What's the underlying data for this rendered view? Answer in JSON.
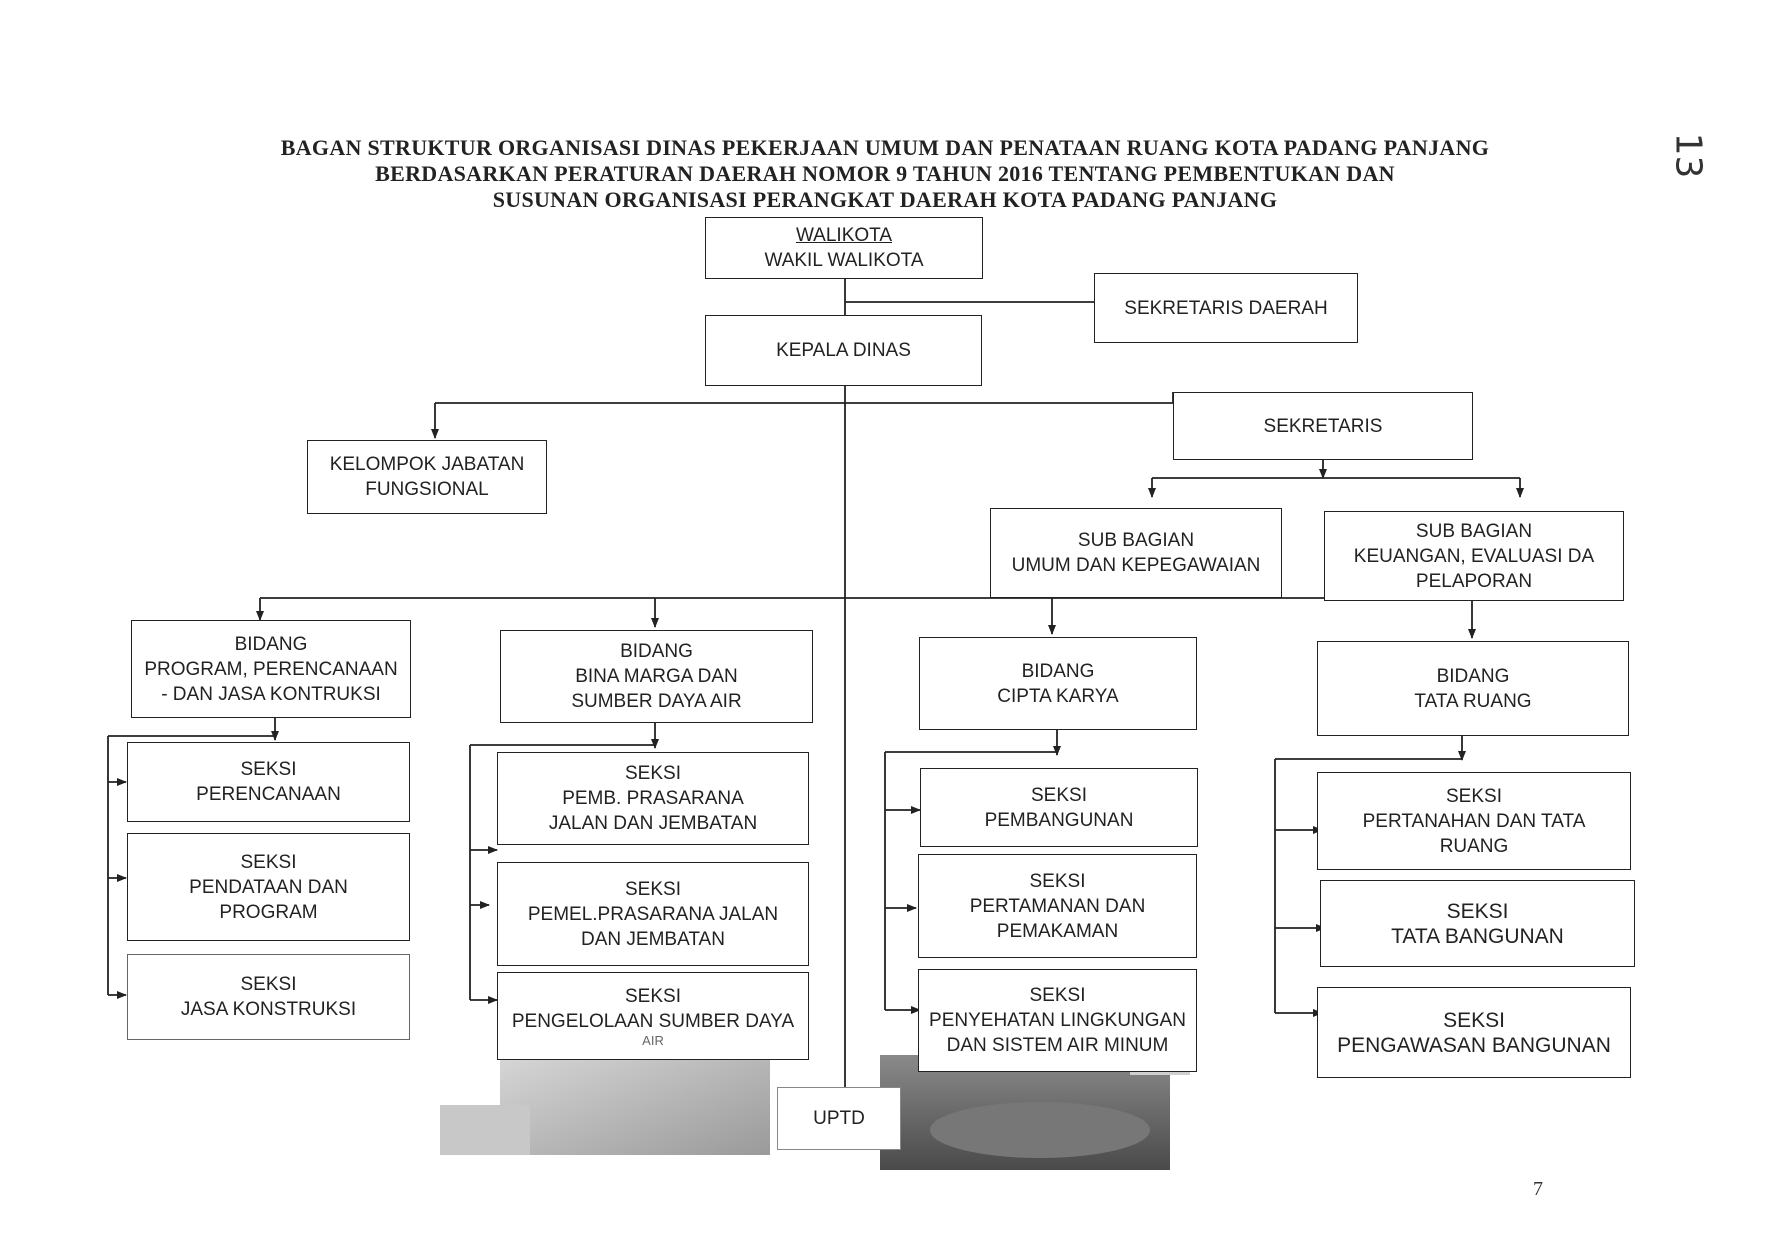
{
  "title": {
    "line1": "BAGAN STRUKTUR ORGANISASI DINAS PEKERJAAN UMUM DAN PENATAAN RUANG KOTA PADANG PANJANG",
    "line2": "BERDASARKAN PERATURAN DAERAH NOMOR 9 TAHUN 2016 TENTANG PEMBENTUKAN DAN",
    "line3": "SUSUNAN ORGANISASI PERANGKAT DAERAH  KOTA PADANG PANJANG"
  },
  "handwritten_mark": "13",
  "page_number": "7",
  "nodes": {
    "walikota": {
      "l1": "WALIKOTA",
      "l2": "WAKIL WALIKOTA"
    },
    "sekda": {
      "l1": "SEKRETARIS DAERAH"
    },
    "kepala": {
      "l1": "KEPALA DINAS"
    },
    "sekretaris": {
      "l1": "SEKRETARIS"
    },
    "kjf": {
      "l1": "KELOMPOK JABATAN",
      "l2": "FUNGSIONAL"
    },
    "subumum": {
      "l1": "SUB BAGIAN",
      "l2": "UMUM DAN KEPEGAWAIAN"
    },
    "subkeu": {
      "l1": "SUB BAGIAN",
      "l2": "KEUANGAN, EVALUASI DA",
      "l3": "PELAPORAN"
    },
    "bid1": {
      "l1": "BIDANG",
      "l2": "PROGRAM, PERENCANAAN",
      "l3": "- DAN JASA KONTRUKSI"
    },
    "bid2": {
      "l1": "BIDANG",
      "l2": "BINA MARGA DAN",
      "l3": "SUMBER DAYA AIR"
    },
    "bid3": {
      "l1": "BIDANG",
      "l2": "CIPTA KARYA"
    },
    "bid4": {
      "l1": "BIDANG",
      "l2": "TATA RUANG"
    },
    "s11": {
      "l1": "SEKSI",
      "l2": "PERENCANAAN"
    },
    "s12": {
      "l1": "SEKSI",
      "l2": "PENDATAAN DAN",
      "l3": "PROGRAM"
    },
    "s13": {
      "l1": "SEKSI",
      "l2": "JASA KONSTRUKSI"
    },
    "s21": {
      "l1": "SEKSI",
      "l2": "PEMB. PRASARANA",
      "l3": "JALAN DAN JEMBATAN"
    },
    "s22": {
      "l1": "SEKSI",
      "l2": "PEMEL.PRASARANA JALAN",
      "l3": "DAN JEMBATAN"
    },
    "s23": {
      "l1": "SEKSI",
      "l2": "PENGELOLAAN SUMBER DAYA",
      "l3": "AIR"
    },
    "s31": {
      "l1": "SEKSI",
      "l2": "PEMBANGUNAN"
    },
    "s32": {
      "l1": "SEKSI",
      "l2": "PERTAMANAN DAN",
      "l3": "PEMAKAMAN"
    },
    "s33": {
      "l1": "SEKSI",
      "l2": "PENYEHATAN LINGKUNGAN",
      "l3": "DAN SISTEM AIR MINUM"
    },
    "s41": {
      "l1": "SEKSI",
      "l2": "PERTANAHAN DAN TATA",
      "l3": "RUANG"
    },
    "s42": {
      "l1": "SEKSI",
      "l2": "TATA BANGUNAN"
    },
    "s43": {
      "l1": "SEKSI",
      "l2": "PENGAWASAN BANGUNAN"
    },
    "uptd": {
      "l1": "UPTD"
    }
  },
  "colors": {
    "line": "#222222",
    "photo_dark": "#5a5a5a",
    "photo_light": "#b9b9b9"
  }
}
